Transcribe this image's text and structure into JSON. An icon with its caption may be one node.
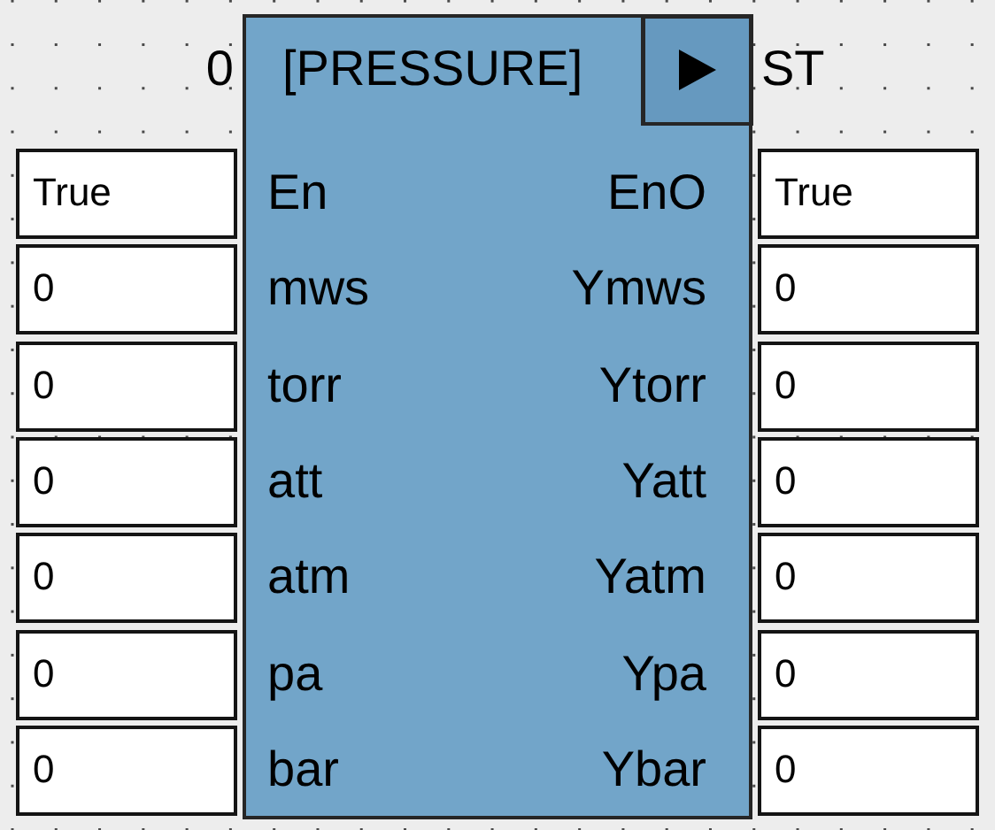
{
  "diagram": {
    "nodes": [
      {
        "text": [
          "[PRESSURE]",
          "En",
          "EnO",
          "mws",
          "Ymws",
          "torr",
          "Ytorr",
          "att",
          "Yatt",
          "atm",
          "Yatm",
          "pa",
          "Ypa",
          "bar",
          "Ybar"
        ],
        "beside": [
          "0",
          "ST"
        ]
      },
      {
        "text": [
          "True"
        ]
      },
      {
        "text": [
          "True"
        ]
      },
      {
        "text": [
          "0"
        ]
      },
      {
        "text": [
          "0"
        ]
      },
      {
        "text": [
          "0"
        ]
      },
      {
        "text": [
          "0"
        ]
      },
      {
        "text": [
          "0"
        ]
      },
      {
        "text": [
          "0"
        ]
      },
      {
        "text": [
          "0"
        ]
      },
      {
        "text": [
          "0"
        ]
      },
      {
        "text": [
          "0"
        ]
      },
      {
        "text": [
          "0"
        ]
      },
      {
        "text": [
          "0"
        ]
      },
      {
        "text": [
          "0"
        ]
      }
    ]
  }
}
